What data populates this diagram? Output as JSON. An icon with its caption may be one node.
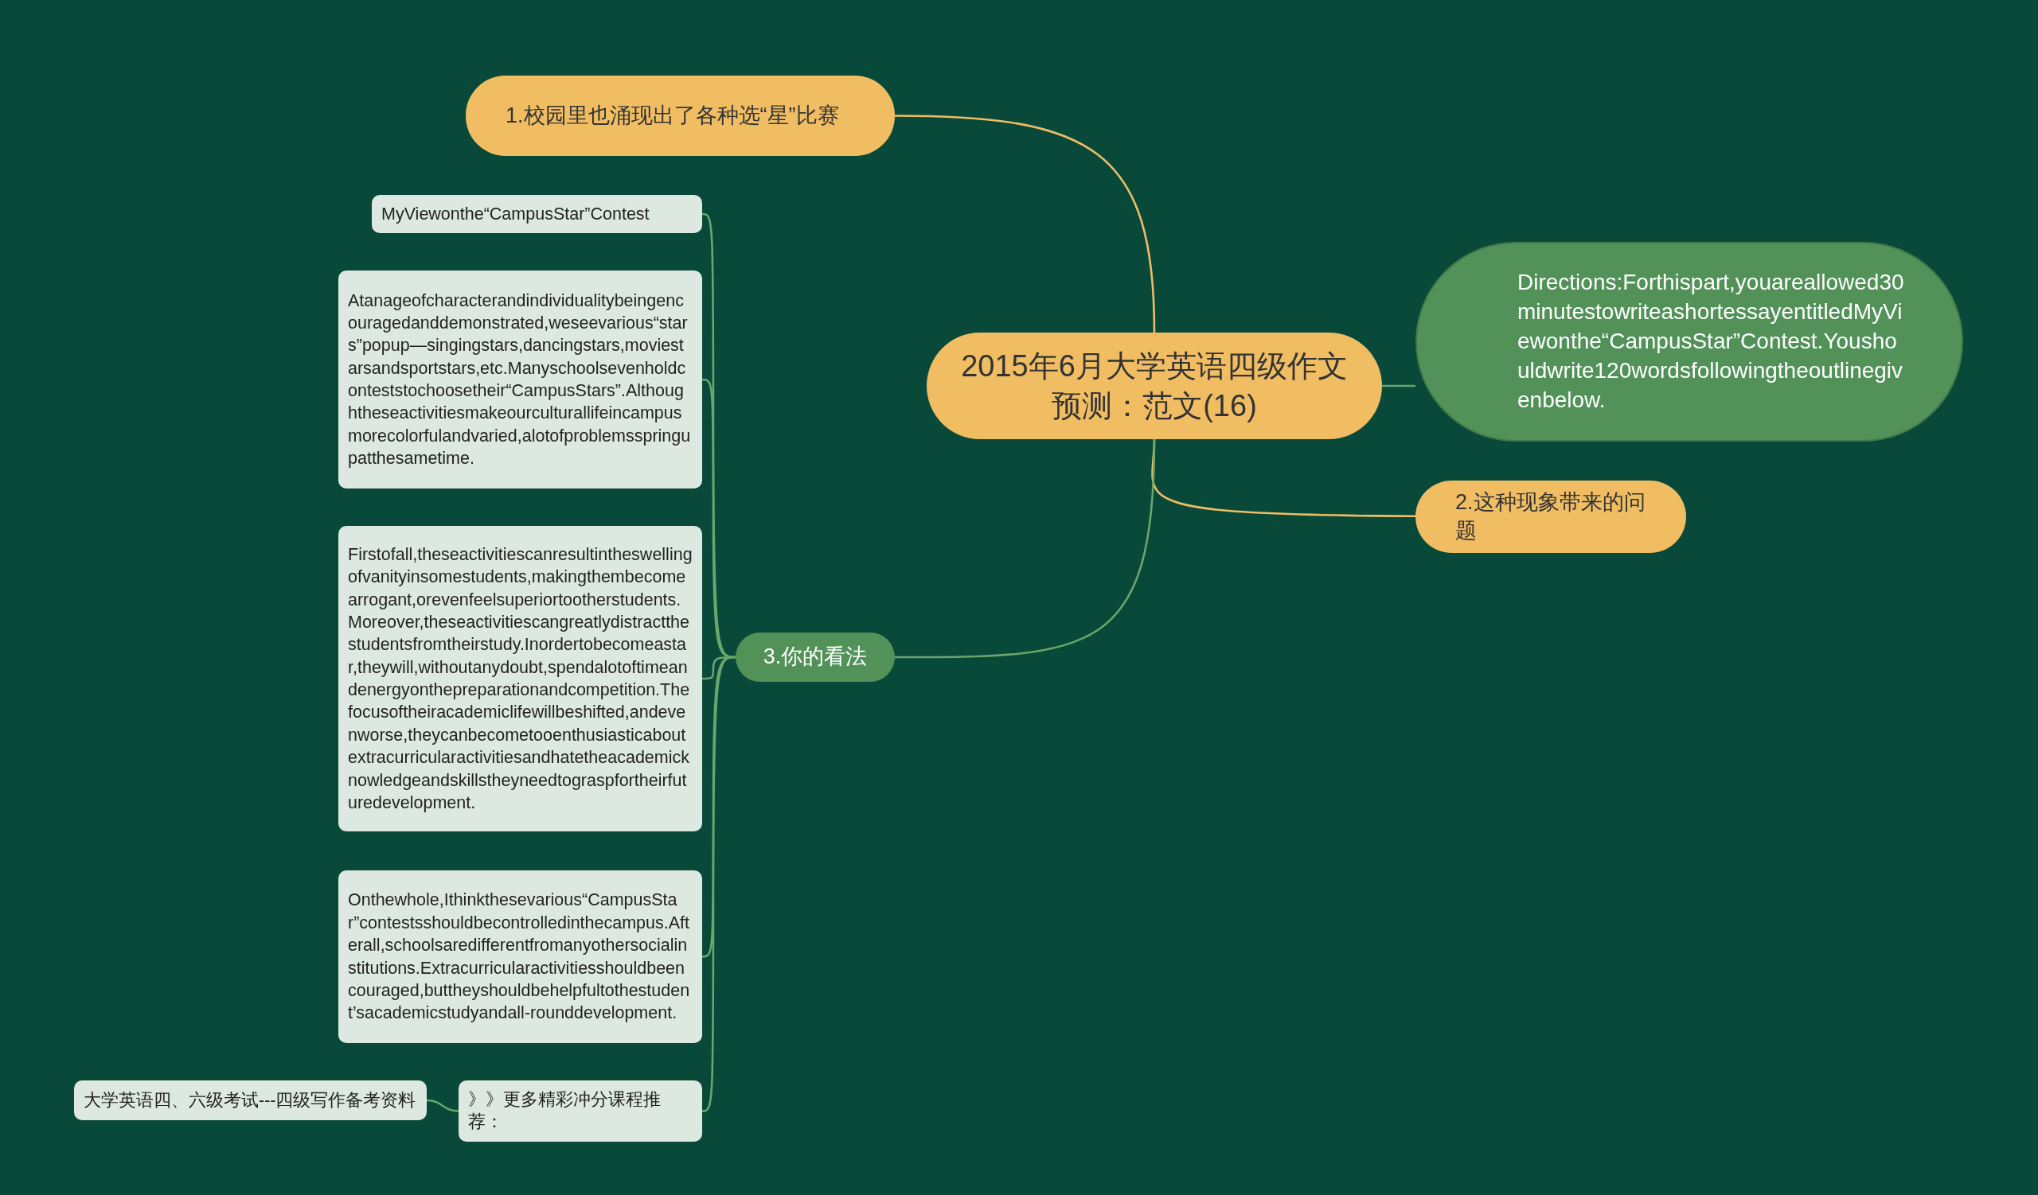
{
  "diagram": {
    "nodes": [
      {
        "text": [
          "2015年6月大学英语四级作文预测：范文(16)"
        ]
      },
      {
        "text": [
          "1.校园里也涌现出了各种选“星”比赛"
        ]
      },
      {
        "text": [
          "Directions:Forthispart,youareallowed30minutestowriteashortessayentitledMyViewonthe“CampusStar”Contest.Youshouldwrite120wordsfollowingtheoutlinegivenbelow."
        ]
      },
      {
        "text": [
          "2.这种现象带来的问题"
        ]
      },
      {
        "text": [
          "3.你的看法"
        ]
      },
      {
        "text": [
          "MyViewonthe“CampusStar”Contest"
        ]
      },
      {
        "text": [
          "Atanageofcharacterandindividualitybeingencouragedanddemonstrated,weseevarious“stars”popup—singingstars,dancingstars,moviestarsandsportstars,etc.Manyschoolsevenholdconteststochoosetheir“CampusStars”.Althoughtheseactivitiesmakeourculturallifeincampusmorecolorfulandvaried,alotofproblemsspringupatthesametime."
        ]
      },
      {
        "text": [
          "Firstofall,theseactivitiescanresultintheswellingofvanityinsomestudents,makingthembecomearrogant,orevenfeelsuperiortootherstudents.Moreover,theseactivitiescangreatlydistractthestudentsfromtheirstudy.Inordertobecomeastar,theywill,withoutanydoubt,spendalotoftimeandenergyonthepreparationandcompetition.Thefocusoftheiracademiclifewillbeshifted,andevenworse,theycanbecometooenthusiasticaboutextracurricularactivitiesandhatetheacademicknowledgeandskillstheyneedtograspfortheirfuturedevelopment."
        ]
      },
      {
        "text": [
          "Onthewhole,Ithinkthesevarious“CampusStar”contestsshouldbecontrolledinthecampus.Afterall,schoolsaredifferentfromanyothersocialinstitutions.Extracurricularactivitiesshouldbeencouraged,buttheyshouldbehelpfultothestudent’sacademicstudyandall-rounddevelopment."
        ]
      },
      {
        "text": [
          "》》更多精彩冲分课程推荐："
        ]
      },
      {
        "text": [
          "大学英语四、六级考试---四级写作备考资料"
        ]
      }
    ],
    "edges": [
      {
        "from": 0,
        "to": 1,
        "arrow": "none",
        "color": "#f0bd63"
      },
      {
        "from": 0,
        "to": 2,
        "arrow": "none"
      },
      {
        "from": 0,
        "to": 3,
        "arrow": "none",
        "color": "#f0bd63"
      },
      {
        "from": 0,
        "to": 4,
        "arrow": "none"
      },
      {
        "from": 4,
        "to": 5,
        "arrow": "none"
      },
      {
        "from": 4,
        "to": 6,
        "arrow": "none"
      },
      {
        "from": 4,
        "to": 7,
        "arrow": "none"
      },
      {
        "from": 4,
        "to": 8,
        "arrow": "none"
      },
      {
        "from": 4,
        "to": 9,
        "arrow": "none"
      },
      {
        "from": 9,
        "to": 10,
        "arrow": "none"
      }
    ]
  }
}
